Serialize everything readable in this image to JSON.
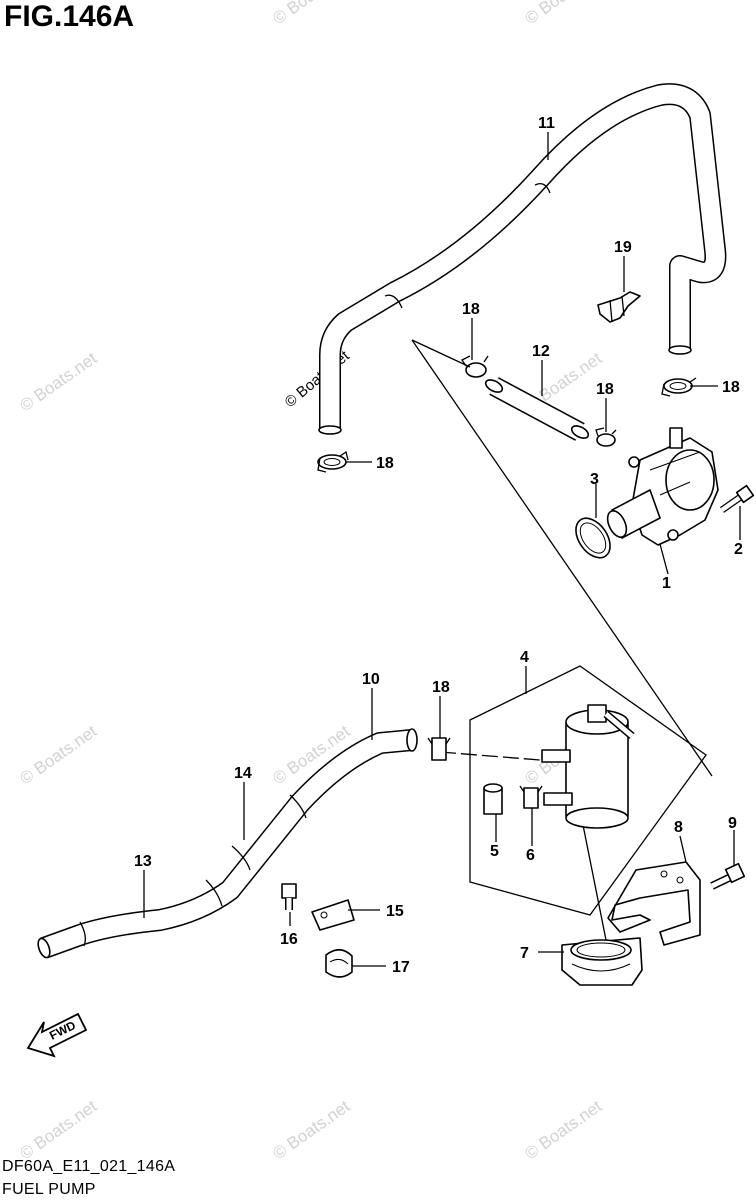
{
  "figure": {
    "title": "FIG.146A"
  },
  "footer": {
    "code": "DF60A_E11_021_146A",
    "name": "FUEL PUMP"
  },
  "watermark": {
    "text": "© Boats.net"
  },
  "arrow": {
    "label": "FWD"
  },
  "callouts": {
    "c1": "1",
    "c2": "2",
    "c3": "3",
    "c4": "4",
    "c5": "5",
    "c6": "6",
    "c7": "7",
    "c8": "8",
    "c9": "9",
    "c10": "10",
    "c11": "11",
    "c12": "12",
    "c13": "13",
    "c14": "14",
    "c15": "15",
    "c16": "16",
    "c17": "17",
    "c18a": "18",
    "c18b": "18",
    "c18c": "18",
    "c18d": "18",
    "c18e": "18",
    "c19": "19"
  },
  "colors": {
    "ink": "#000000",
    "watermark": "#d2d2d2",
    "background": "#ffffff"
  }
}
